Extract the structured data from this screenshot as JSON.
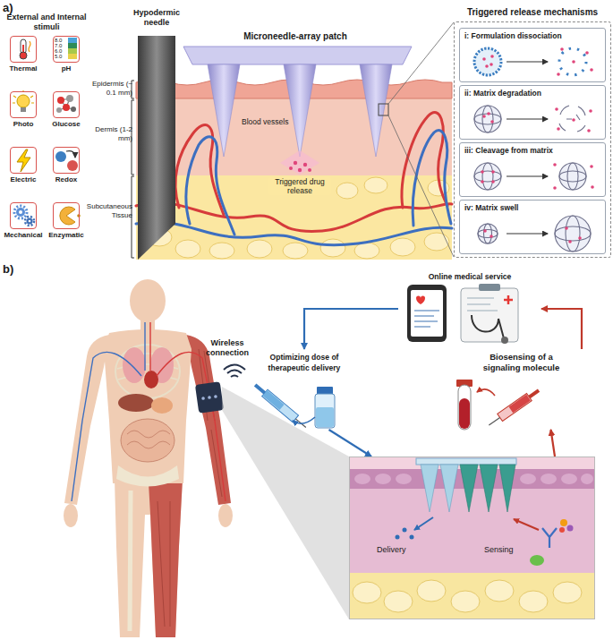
{
  "diagram": {
    "nodes": [
      {
        "text": [
          "Thermal"
        ]
      },
      {
        "text": [
          "pH"
        ]
      },
      {
        "text": [
          "Photo"
        ]
      },
      {
        "text": [
          "Glucose"
        ]
      },
      {
        "text": [
          "Electric"
        ]
      },
      {
        "text": [
          "Redox"
        ]
      },
      {
        "text": [
          "Mechanical"
        ]
      },
      {
        "text": [
          "Enzymatic"
        ]
      },
      {
        "text": [
          "Triggered release mechanisms"
        ]
      },
      {
        "text": [
          "i: Formulation dissociation"
        ],
        "in": 8
      },
      {
        "text": [
          "ii: Matrix degradation"
        ],
        "in": 8
      },
      {
        "text": [
          "iii: Cleavage from matrix"
        ],
        "in": 8
      },
      {
        "text": [
          "iv: Matrix swell"
        ],
        "in": 8
      },
      {
        "text": [
          "Online medical service"
        ]
      },
      {
        "text": [
          "Optimizing dose of therapeutic delivery"
        ]
      },
      {
        "text": [
          "Biosensing of a signaling molecule"
        ]
      },
      {
        "text": [
          "Delivery",
          "Sensing"
        ]
      }
    ],
    "edges": [
      {
        "from": 13,
        "to": 14,
        "arrow": "to"
      },
      {
        "from": 15,
        "to": 13,
        "arrow": "to"
      },
      {
        "from": 14,
        "to": 16,
        "arrow": "to"
      },
      {
        "from": 16,
        "to": 15,
        "arrow": "to"
      }
    ],
    "labels": [
      "a)",
      "External and Internal stimuli",
      "8.0",
      "7.0",
      "6.0",
      "5.0",
      "Hypodermic needle",
      "Microneedle-array patch",
      "Epidermis (~ 0.1 mm)",
      "Dermis (1-2 mm)",
      "Subcutaneous Tissue",
      "Blood vessels",
      "Triggered drug release",
      "b)",
      "Wireless connection"
    ]
  }
}
